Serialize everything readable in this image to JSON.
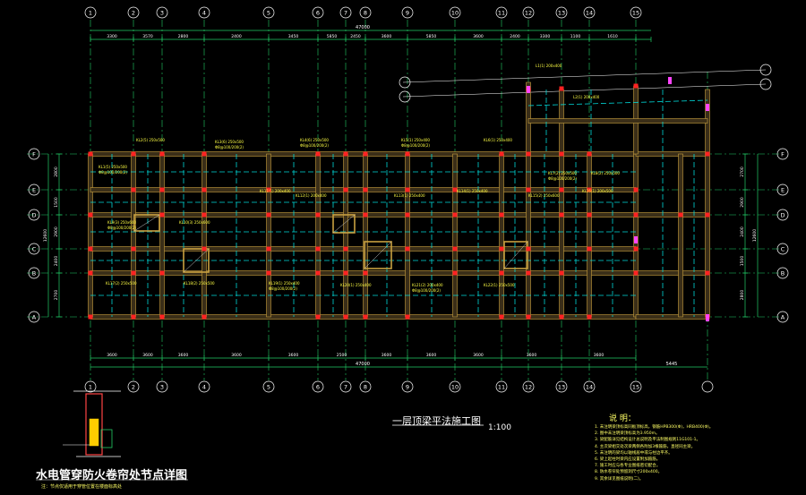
{
  "drawing": {
    "title": "一层顶梁平法施工图",
    "scale": "1:100",
    "detail_title": "水电管穿防火卷帘处节点详图",
    "detail_subtitle": "注：节点仅适用于穿管位置在楼面标高处",
    "notes_heading": "说 明：",
    "notes": [
      "1. 未注明梁顶标高同板顶标高，钢筋HPB300(Φ)，HRB400(Φ)。",
      "2. 图中未注明梁顶标高为3.950m。",
      "3. 梁配筋详见结构设计总说明及平法制图规则11G101-1。",
      "4. 主次梁相交处次梁两侧各附加3根箍筋，直径同主梁。",
      "5. 未注明的梁均以轴线居中或与柱边平齐。",
      "6. 梁上起柱时梁内应设置附加箍筋。",
      "7. 施工时应与各专业图纸密切配合。",
      "8. 防水卷帘处预留洞尺寸200x400。",
      "9. 其余详见图纸说明(二)。"
    ]
  },
  "colors": {
    "background": "#000000",
    "axis_line": "#22cc66",
    "beam_fill": "#3a2e18",
    "beam_edge": "#c8a040",
    "dim_text": "#ffffff",
    "beam_label": "#ffff44",
    "column": "#ff2222",
    "cyan_line": "#00d8d8"
  },
  "axes": {
    "columns": [
      "1",
      "2",
      "3",
      "4",
      "5",
      "6",
      "7",
      "8",
      "9",
      "10",
      "11",
      "12",
      "13",
      "14",
      "15"
    ],
    "rows": [
      "A",
      "B",
      "C",
      "D",
      "E",
      "F"
    ],
    "top_dims": [
      "3300",
      "3570",
      "2800",
      "2400",
      "3450",
      "5850",
      "2450",
      "3600",
      "5850",
      "3600",
      "2400",
      "3300",
      "1100",
      "1610"
    ],
    "top_total": "47000",
    "bottom_dims": [
      "3600",
      "3600",
      "3600",
      "3600",
      "3600",
      "2500",
      "3600",
      "3600",
      "3600",
      "3600",
      "3600"
    ],
    "bottom_total": "47000",
    "bottom_extra": "5445",
    "left_dims": [
      "2800",
      "1500",
      "2900",
      "2400",
      "2700"
    ],
    "left_total": "12600",
    "right_dims": [
      "2700",
      "2900",
      "2400",
      "1500",
      "2800"
    ],
    "right_total": "12600"
  },
  "beam_labels": [
    "KL1(5) 250x500",
    "KL2(5) 250x500",
    "KL3(6) 250x500",
    "KL4(6) 250x500",
    "KL5(1) 250x400",
    "KL6(1) 250x400",
    "KL7(2) 250x500",
    "KL8(2) 250x500",
    "KL9(3) 250x600",
    "KL10(3) 250x600",
    "KL11(1) 200x400",
    "KL12(1) 200x400",
    "KL13(1) 250x400",
    "KL14(1) 250x400",
    "KL15(2) 250x600",
    "KL16(1) 200x500",
    "KL17(2) 250x500",
    "KL18(2) 250x500",
    "KL19(1) 250x400",
    "KL20(1) 250x400",
    "KL21(2) 200x400",
    "KL22(1) 250x500",
    "L1(1) 200x400",
    "L2(1) 200x400"
  ],
  "stirrup_labels": [
    "Φ8@100/200(2)",
    "Φ8@100/200(2)",
    "Φ8@100/200(2)",
    "Φ8@100/200(2)",
    "Φ8@100/200(2)",
    "Φ8@100/200(2)",
    "Φ8@100/200(2)",
    "Φ8@100/200(2)"
  ]
}
